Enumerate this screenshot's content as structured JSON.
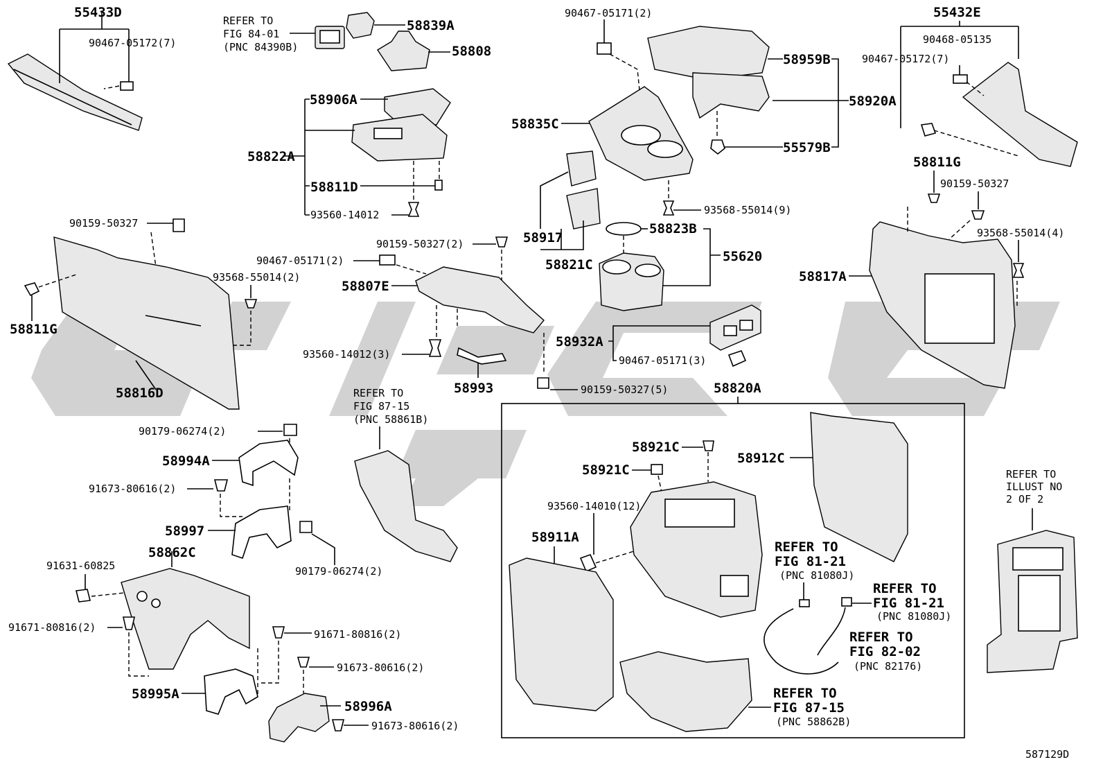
{
  "labels": {
    "p55433D": "55433D",
    "p90467_05172_7a": "90467-05172(7)",
    "ref84_1": "REFER TO",
    "ref84_2": "FIG 84-01",
    "ref84_3": "(PNC 84390B)",
    "p58839A": "58839A",
    "p58808": "58808",
    "p58906A": "58906A",
    "p58822A": "58822A",
    "p58811D": "58811D",
    "p93560_14012": "93560-14012",
    "p90467_05171_2a": "90467-05171(2)",
    "p58959B": "58959B",
    "p58920A": "58920A",
    "p58835C": "58835C",
    "p55579B": "55579B",
    "p93568_55014_9": "93568-55014(9)",
    "p55432E": "55432E",
    "p90468_05135": "90468-05135",
    "p90467_05172_7b": "90467-05172(7)",
    "p58811G_r": "58811G",
    "p90159_50327_r": "90159-50327",
    "p93568_55014_4": "93568-55014(4)",
    "p58817A": "58817A",
    "p90159_50327_l": "90159-50327",
    "p93568_55014_2": "93568-55014(2)",
    "p58811G_l": "58811G",
    "p58816D": "58816D",
    "p90159_50327_2": "90159-50327(2)",
    "p90467_05171_2b": "90467-05171(2)",
    "p58807E": "58807E",
    "p93560_14012_3": "93560-14012(3)",
    "p58993": "58993",
    "p90159_50327_5": "90159-50327(5)",
    "p58917": "58917",
    "p58821C": "58821C",
    "p58823B": "58823B",
    "p55620": "55620",
    "p58932A": "58932A",
    "p90467_05171_3": "90467-05171(3)",
    "p58820A": "58820A",
    "ref8715a_1": "REFER TO",
    "ref8715a_2": "FIG 87-15",
    "ref8715a_3": "(PNC 58861B)",
    "p90179_06274_2a": "90179-06274(2)",
    "p58994A": "58994A",
    "p91673_80616_2a": "91673-80616(2)",
    "p58997": "58997",
    "p90179_06274_2b": "90179-06274(2)",
    "p91631_60825": "91631-60825",
    "p58862C": "58862C",
    "p91671_80816_2a": "91671-80816(2)",
    "p91671_80816_2b": "91671-80816(2)",
    "p91673_80616_2b": "91673-80616(2)",
    "p58995A": "58995A",
    "p58996A": "58996A",
    "p91673_80616_2c": "91673-80616(2)",
    "p58921C_a": "58921C",
    "p58921C_b": "58921C",
    "p58912C": "58912C",
    "p93560_14010_12": "93560-14010(12)",
    "p58911A": "58911A",
    "ref8121a_1": "REFER TO",
    "ref8121a_2": "FIG 81-21",
    "ref8121a_3": "(PNC 81080J)",
    "ref8121b_1": "REFER TO",
    "ref8121b_2": "FIG 81-21",
    "ref8121b_3": "(PNC 81080J)",
    "ref8202_1": "REFER TO",
    "ref8202_2": "FIG 82-02",
    "ref8202_3": "(PNC 82176)",
    "ref8715b_1": "REFER TO",
    "ref8715b_2": "FIG 87-15",
    "ref8715b_3": "(PNC 58862B)",
    "refill_1": "REFER TO",
    "refill_2": "ILLUST NO",
    "refill_3": "2 OF 2",
    "fig_id": "587129D"
  }
}
